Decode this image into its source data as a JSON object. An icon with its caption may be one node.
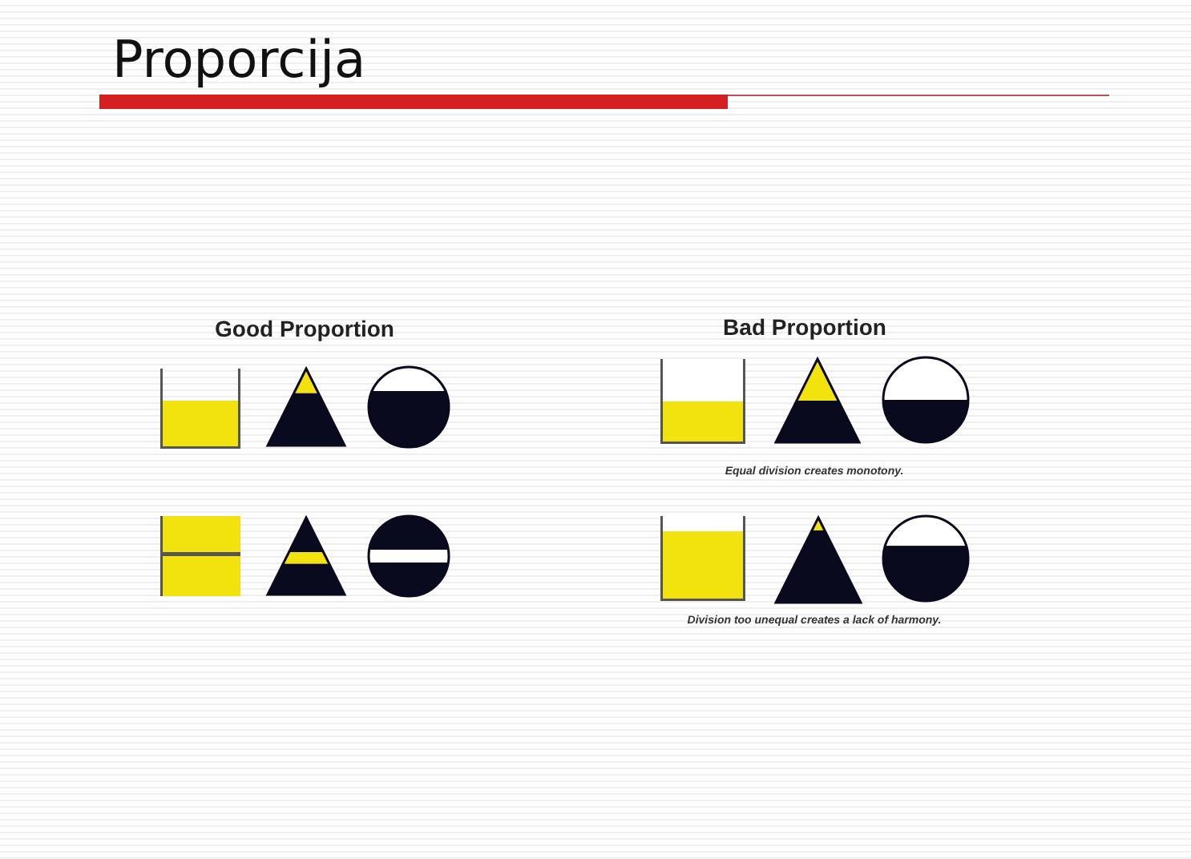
{
  "diagram": {
    "title": "Proporcija",
    "labels": [
      "Good Proportion",
      "Bad Proportion",
      "Equal division creates monotony.",
      "Division too unequal creates a lack of harmony."
    ]
  }
}
